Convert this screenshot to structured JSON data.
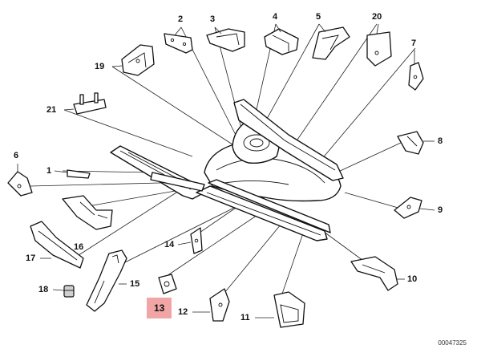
{
  "diagram": {
    "catalog_number": "00047325",
    "highlight_color": "#f2a5a5",
    "callouts": [
      {
        "id": "c1",
        "label": "1"
      },
      {
        "id": "c2",
        "label": "2"
      },
      {
        "id": "c3",
        "label": "3"
      },
      {
        "id": "c4",
        "label": "4"
      },
      {
        "id": "c5",
        "label": "5"
      },
      {
        "id": "c6",
        "label": "6"
      },
      {
        "id": "c7",
        "label": "7"
      },
      {
        "id": "c8",
        "label": "8"
      },
      {
        "id": "c9",
        "label": "9"
      },
      {
        "id": "c10",
        "label": "10"
      },
      {
        "id": "c11",
        "label": "11"
      },
      {
        "id": "c12",
        "label": "12"
      },
      {
        "id": "c13",
        "label": "13",
        "highlighted": true
      },
      {
        "id": "c14",
        "label": "14"
      },
      {
        "id": "c15",
        "label": "15"
      },
      {
        "id": "c16",
        "label": "16"
      },
      {
        "id": "c17",
        "label": "17"
      },
      {
        "id": "c18",
        "label": "18"
      },
      {
        "id": "c19",
        "label": "19"
      },
      {
        "id": "c20",
        "label": "20"
      },
      {
        "id": "c21",
        "label": "21"
      }
    ]
  }
}
